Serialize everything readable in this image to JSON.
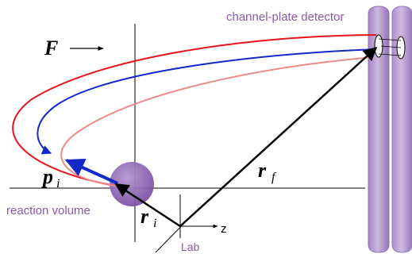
{
  "labels": {
    "detector": "channel-plate detector",
    "reaction_volume": "reaction volume",
    "lab": "Lab",
    "z_axis": "z",
    "force": "F",
    "momentum": "p",
    "momentum_sub": "i",
    "final_position": "r",
    "final_sub": "f",
    "initial_position": "r",
    "initial_sub": "i"
  },
  "colors": {
    "detector_label": "#8a5aa8",
    "reaction_volume_label": "#8a5aa8",
    "lab_label": "#8a5aa8",
    "detector_fill": "#b89cd0",
    "sphere_fill": "#8e62b0",
    "trajectory_red": "#e8141c",
    "trajectory_blue": "#1428c8",
    "trajectory_pink": "#f08a8a",
    "vectors": "#000000"
  },
  "icons": {
    "force_arrow": "right-arrow-icon"
  }
}
